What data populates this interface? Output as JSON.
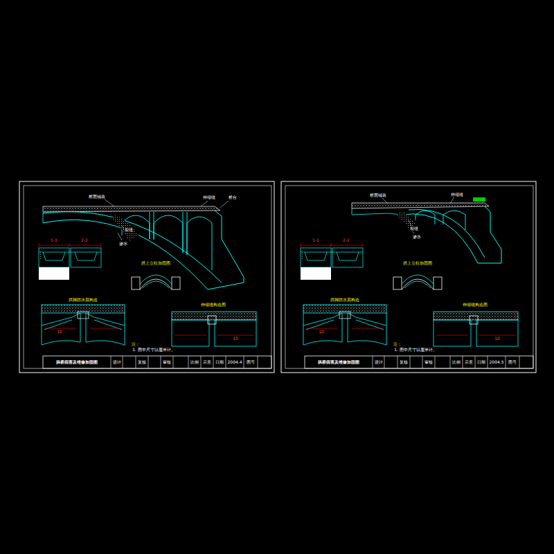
{
  "diagram": {
    "labels": [
      "桥面铺装",
      "伸缩缝",
      "桥台",
      "裂缝",
      "渗水",
      "1-1",
      "2-2",
      "拱上立柱加固图",
      "拱脚防水层构造",
      "伸缩缝构造图",
      "注：",
      "1. 图中尺寸以厘米计。",
      "拱桥病害及维修加固图",
      "设计",
      "复核",
      "审核",
      "比例",
      "示意",
      "日期",
      "2004.4",
      "图号",
      "10",
      "10",
      "桥面铺装",
      "伸缩缝",
      "裂缝",
      "渗水",
      "1-1",
      "2-2",
      "拱上立柱加固图",
      "拱脚防水层构造",
      "伸缩缝构造图",
      "注：",
      "1. 图中尺寸以厘米计。",
      "拱桥病害及维修加固图",
      "设计",
      "复核",
      "审核",
      "比例",
      "示意",
      "日期",
      "2004.5",
      "图号",
      "10",
      "10"
    ]
  }
}
